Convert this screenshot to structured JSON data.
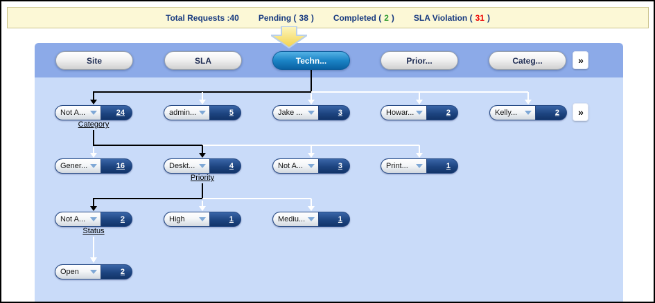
{
  "banner": {
    "total_label": "Total Requests :40",
    "paren_open": "(",
    "paren_close": ")",
    "stats": [
      {
        "label": "Pending",
        "value": "38",
        "color": "#15387f"
      },
      {
        "label": "Completed",
        "value": "2",
        "color": "#2e9b2e"
      },
      {
        "label": "SLA Violation",
        "value": "31",
        "color": "#ee0000"
      }
    ]
  },
  "filter_bar": {
    "pills": [
      {
        "label": "Site",
        "selected": false
      },
      {
        "label": "SLA",
        "selected": false
      },
      {
        "label": "Techn...",
        "selected": true
      },
      {
        "label": "Prior...",
        "selected": false
      },
      {
        "label": "Categ...",
        "selected": false
      }
    ],
    "more_label": "»"
  },
  "tree": {
    "rows": [
      {
        "drill_link": "Category",
        "more_label": "»",
        "nodes": [
          {
            "label": "Not A...",
            "count": "24"
          },
          {
            "label": "admin...",
            "count": "5"
          },
          {
            "label": "Jake ...",
            "count": "3"
          },
          {
            "label": "Howar...",
            "count": "2"
          },
          {
            "label": "Kelly...",
            "count": "2"
          }
        ]
      },
      {
        "drill_link": "Priority",
        "nodes": [
          {
            "label": "Gener...",
            "count": "16"
          },
          {
            "label": "Deskt...",
            "count": "4"
          },
          {
            "label": "Not A...",
            "count": "3"
          },
          {
            "label": "Print...",
            "count": "1"
          }
        ]
      },
      {
        "drill_link": "Status",
        "nodes": [
          {
            "label": "Not A...",
            "count": "2"
          },
          {
            "label": "High",
            "count": "1"
          },
          {
            "label": "Mediu...",
            "count": "1"
          }
        ]
      },
      {
        "nodes": [
          {
            "label": "Open",
            "count": "2"
          }
        ]
      }
    ]
  },
  "colors": {
    "panel_header": "#8caae8",
    "panel_body": "#c9dbf9",
    "selected_pill_blue": "#1b84c6",
    "node_count_navy": "#16386f",
    "banner_bg": "#fcf8d6",
    "pending_color": "#15387f",
    "completed_color": "#2e9b2e",
    "sla_violation_color": "#ee0000",
    "drill_arrow_yellow": "#f2d24b"
  }
}
